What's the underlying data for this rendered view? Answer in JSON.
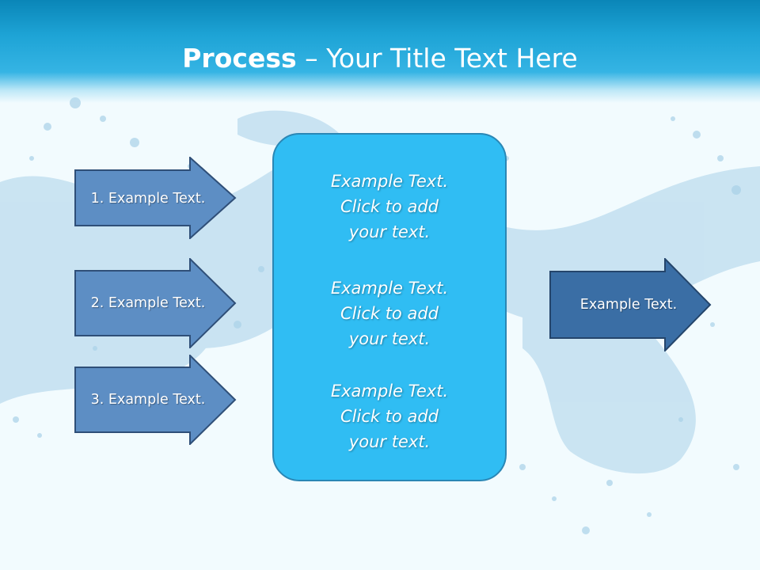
{
  "slide": {
    "title_bold": "Process",
    "title_rest": " – Your Title Text Here"
  },
  "arrows": [
    {
      "label": "1. Example Text."
    },
    {
      "label": "2. Example Text."
    },
    {
      "label": "3. Example Text."
    }
  ],
  "center_panel": {
    "blocks": [
      {
        "text": "Example Text.\nClick  to add\nyour text."
      },
      {
        "text": "Example Text.\nClick  to add\nyour text."
      },
      {
        "text": "Example Text.\nClick  to add\nyour text."
      }
    ]
  },
  "output_arrow": {
    "label": "Example Text."
  },
  "colors": {
    "header": "#1ea4d6",
    "arrow_fill": "#5d8ec4",
    "arrow_stroke": "#2f4f78",
    "output_fill": "#3a6ea5",
    "panel_fill": "#30bdf3",
    "panel_stroke": "#2a87b5"
  }
}
